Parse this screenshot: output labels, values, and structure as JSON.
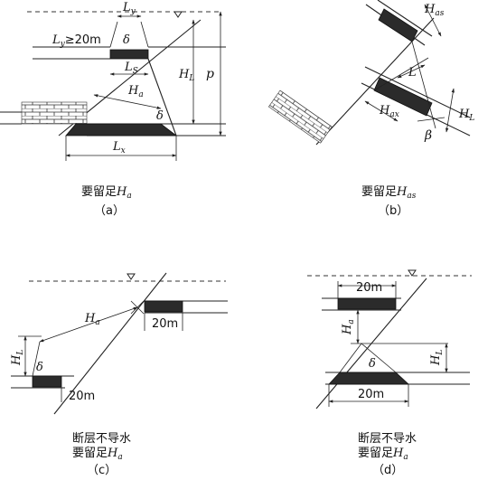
{
  "panels": {
    "a": {
      "labels": {
        "ly": "L",
        "ly_sub": "y",
        "ly_rule": "L",
        "ly_rule_sub": "y",
        "ly_rule_rest": "≥20m",
        "delta_top": "δ",
        "ls": "L",
        "ls_sub": "S",
        "ha": "H",
        "ha_sub": "a",
        "hl": "H",
        "hl_sub": "L",
        "p": "p",
        "delta_bottom": "δ",
        "lx": "L",
        "lx_sub": "x"
      },
      "caption_main": "要留足",
      "caption_var": "H",
      "caption_var_sub": "a",
      "caption_tag": "（a）"
    },
    "b": {
      "labels": {
        "has": "H",
        "has_sub": "as",
        "l": "L",
        "hax": "H",
        "hax_sub": "ax",
        "hl": "H",
        "hl_sub": "L",
        "beta": "β"
      },
      "caption_main": "要留足",
      "caption_var": "H",
      "caption_var_sub": "as",
      "caption_tag": "（b）"
    },
    "c": {
      "labels": {
        "ha": "H",
        "ha_sub": "a",
        "hl": "H",
        "hl_sub": "L",
        "delta": "δ",
        "w_bottom": "20m",
        "w_top": "20m"
      },
      "caption_line1": "断层不导水",
      "caption_main": "要留足",
      "caption_var": "H",
      "caption_var_sub": "a",
      "caption_tag": "（c）"
    },
    "d": {
      "labels": {
        "w_top": "20m",
        "ha": "H",
        "ha_sub": "a",
        "delta": "δ",
        "hl": "H",
        "hl_sub": "L",
        "w_bottom": "20m"
      },
      "caption_line1": "断层不导水",
      "caption_main": "要留足",
      "caption_var": "H",
      "caption_var_sub": "a",
      "caption_tag": "（d）"
    }
  }
}
